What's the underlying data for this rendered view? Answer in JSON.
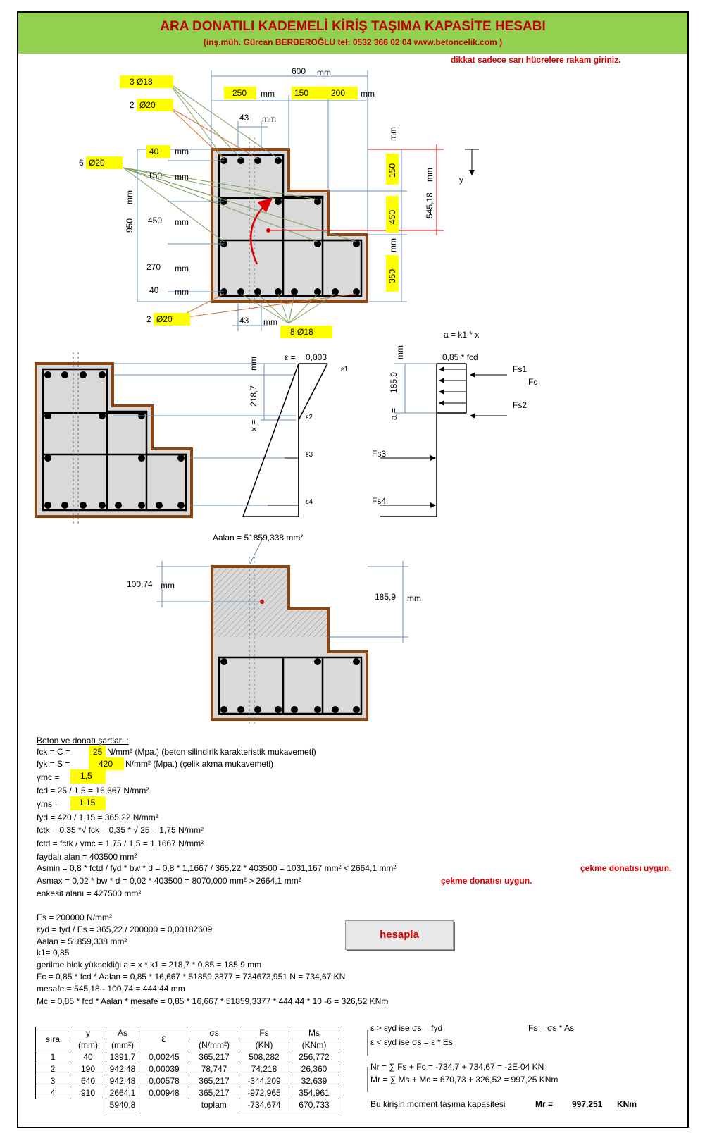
{
  "header": {
    "title": "ARA DONATILI KADEMELİ KİRİŞ TAŞIMA KAPASİTE HESABI",
    "subtitle": "(inş.müh. Gürcan BERBEROĞLU tel: 0532 366 02 04    www.betoncelik.com )",
    "notice": "dikkat sadece sarı hücrelere rakam giriniz."
  },
  "section": {
    "w_total": "600",
    "mm": "mm",
    "w1": "250",
    "w2": "150",
    "w3": "200",
    "cover_x": "43",
    "bar_top": "3 Ø18",
    "bar_top2_n": "2",
    "bar_top2_d": "Ø20",
    "bar_side_n": "6",
    "bar_side_d": "Ø20",
    "bar_bot2_n": "2",
    "bar_bot2_d": "Ø20",
    "bar_bot": "8 Ø18",
    "h_total": "950",
    "d40": "40",
    "d150": "150",
    "d450": "450",
    "d270": "270",
    "d40b": "40",
    "d43b": "43",
    "h1": "150",
    "h2": "450",
    "h3": "350",
    "ycg": "545,18",
    "y": "y"
  },
  "stress": {
    "a_eq": "a = k1 * x",
    "eps_lbl": "ε =",
    "eps_val": "0,003",
    "fcd_lbl": "0,85 * fcd",
    "x_lbl": "x =",
    "x_val": "218,7",
    "a_lbl": "a =",
    "a_val": "185,9",
    "e1": "ε1",
    "e2": "ε2",
    "e3": "ε3",
    "e4": "ε4",
    "fs1": "Fs1",
    "fc": "Fc",
    "fs2": "Fs2",
    "fs3": "Fs3",
    "fs4": "Fs4",
    "aalan": "Aalan =   51859,338   mm²"
  },
  "area": {
    "d1": "100,74",
    "d2": "185,9"
  },
  "calc": {
    "title": "Beton ve donatı şartları :",
    "fck_lbl": "fck = C =",
    "fck": "25",
    "fck_u": "N/mm² (Mpa.) (beton silindirik karakteristik mukavemeti)",
    "fyk_lbl": "fyk = S =",
    "fyk": "420",
    "fyk_u": "N/mm² (Mpa.) (çelik akma mukavemeti)",
    "gmc_lbl": "γmc =",
    "gmc": "1,5",
    "fcd_line": "fcd =        25   /        1,5       =   16,667  N/mm²",
    "gms_lbl": "γms =",
    "gms": "1,15",
    "fyd_line": "fyd =       420      /        1,15      =   365,22  N/mm²",
    "fctk_line": "fctk = 0.35 *√ fck =      0,35     * √   25    =      1,75     N/mm²",
    "fctd_line": "fctd = fctk / γmc =          1,75      /        1,5       =   1,1667  N/mm²",
    "faydali": "faydalı alan =           403500      mm²",
    "asmin": "Asmin = 0,8 * fctd / fyd * bw * d =     0,8       *   1,1667    /     365,22     *      403500       =     1031,167    mm²      <    2664,1   mm²",
    "asmin_ok": "çekme donatısı uygun.",
    "asmax": "Asmax = 0,02 * bw * d =     0,02       *       403500       =    8070,000   mm²     >      2664,1   mm²",
    "asmax_ok": "çekme donatısı uygun.",
    "enkesit": "enkesit alanı =           427500      mm²",
    "es": "Es =          200000     N/mm²",
    "eyd": "εyd = fyd / Es =    365,22     /         200000        =   0,00182609",
    "aalan2": "Aalan =  51859,338   mm²",
    "k1": "k1=    0,85",
    "gbh": "gerilme blok yüksekliği    a = x * k1 =       218,7      *       0,85       =      185,9     mm",
    "fc": "Fc = 0,85 * fcd * Aalan =     0,85       *     16,667     *    51859,3377     =   734673,951   N       =    734,67    KN",
    "mesafe": "mesafe =       545,18     -    100,74    =   444,44   mm",
    "mc": "Mc = 0,85 * fcd * Aalan * mesafe = 0,85 *   16,667      *    51859,3377     *     444,44    * 10 -6  =         326,52   KNm",
    "button": "hesapla"
  },
  "table": {
    "headers": [
      "sıra",
      "y",
      "As",
      "ε",
      "σs",
      "Fs",
      "Ms"
    ],
    "units": [
      "(mm)",
      "(mm²)",
      "(N/mm²)",
      "(KN)",
      "(KNm)"
    ],
    "rows": [
      [
        "1",
        "40",
        "1391,7",
        "0,00245",
        "365,217",
        "508,282",
        "256,772"
      ],
      [
        "2",
        "190",
        "942,48",
        "0,00039",
        "78,747",
        "74,218",
        "26,360"
      ],
      [
        "3",
        "640",
        "942,48",
        "0,00578",
        "365,217",
        "-344,209",
        "32,639"
      ],
      [
        "4",
        "910",
        "2664,1",
        "0,00948",
        "365,217",
        "-972,965",
        "354,961"
      ]
    ],
    "as_total": "5940,8",
    "toplam": "toplam",
    "fs_total": "-734,674",
    "ms_total": "670,733"
  },
  "rules": {
    "r1": "ε  >  εyd      ise      σs = fyd",
    "r1b": "Fs = σs * As",
    "r2": "ε  <  εyd      ise      σs = ε * Es",
    "nr": "Nr = ∑ Fs + Fc =          -734,7      +    734,67     =    -2E-04   KN",
    "mr": "Mr = ∑ Ms + Mc =          670,73      +    326,52     =    997,25   KNm",
    "cap_lbl": "Bu kirişin moment taşıma kapasitesi",
    "mr_lbl": "Mr =",
    "mr_val": "997,251",
    "mr_u": "KNm"
  }
}
